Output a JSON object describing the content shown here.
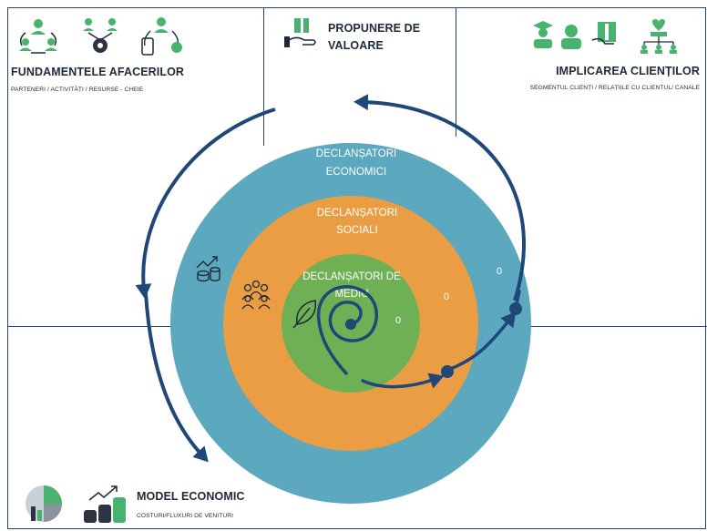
{
  "top_left": {
    "title": "FUNDAMENTELE AFACERILOR",
    "subtitle": "PARTENERI / ACTIVITĂȚI / RESURSE - CHEIE",
    "icons": [
      "partners-cycle-icon",
      "activity-gear-icon",
      "resource-device-icon"
    ]
  },
  "top_center": {
    "title_line1": "PROPUNERE DE",
    "title_line2": "VALOARE",
    "icons": [
      "value-gift-hand-icon"
    ]
  },
  "top_right": {
    "title": "IMPLICAREA CLIENȚILOR",
    "subtitle": "SEGMENTUL CLIENȚI / RELAȚIILE CU CLIENTUL/ CANALE",
    "icons": [
      "customer-graduate-icon",
      "customer-person-icon",
      "customer-book-icon",
      "customer-network-icon"
    ]
  },
  "bottom_left": {
    "title": "MODEL ECONOMIC",
    "subtitle": "COSTURI/FLUXURI DE VENITURI",
    "icons": [
      "pie-chart-icon",
      "coins-growth-icon"
    ]
  },
  "rings": {
    "outer_line1": "DECLANȘATORI",
    "outer_line2": "ECONOMICI",
    "middle_line1": "DECLANȘATORI",
    "middle_line2": "SOCIALI",
    "inner_line1": "DECLANȘATORI DE",
    "inner_line2": "MEDIU",
    "outer_value": "0",
    "middle_value": "0",
    "inner_value": "0"
  },
  "colors": {
    "outer_ring": "#5ba8bf",
    "middle_ring": "#eb9d44",
    "inner_ring": "#6fb055",
    "arrow": "#1f4778",
    "icon_green": "#47b36f",
    "text": "#1e2a38",
    "grid_line": "#23456e"
  }
}
